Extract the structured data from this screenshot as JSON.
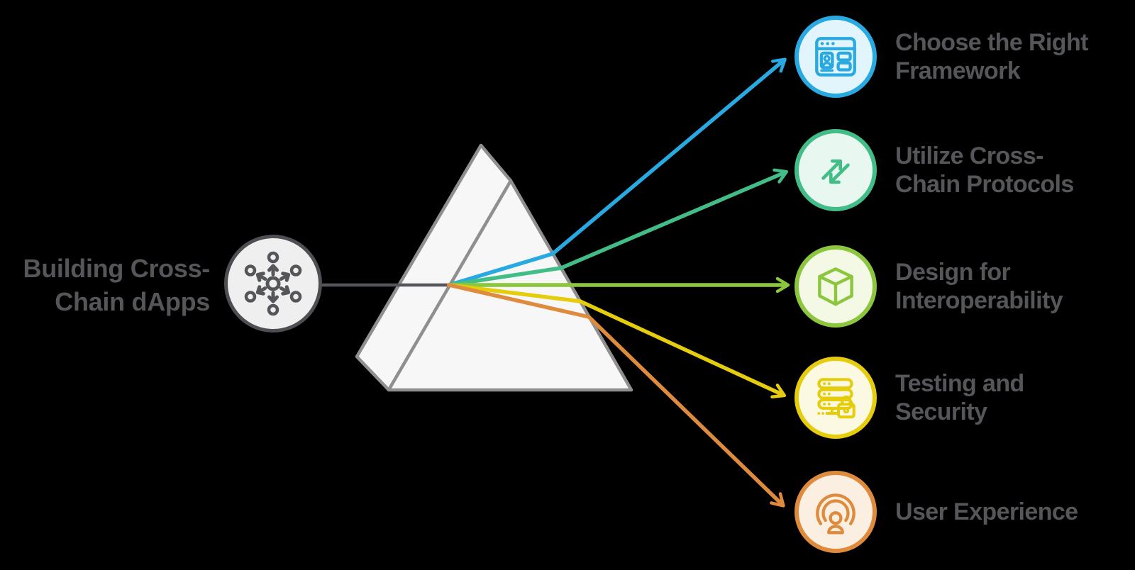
{
  "background": "#000000",
  "text_color": "#55565A",
  "connector_color": "#55565A",
  "title": {
    "text": "Building Cross-Chain dApps",
    "lines": [
      "Building Cross-",
      "Chain dApps"
    ]
  },
  "hub": {
    "icon": "network-hub-icon",
    "border_color": "#4E4F52",
    "fill": "#EFEFEF",
    "icon_color": "#55565A"
  },
  "prism": {
    "fill": "#F7F7F7",
    "stroke": "#8F8F8F"
  },
  "items": [
    {
      "label": "Choose the Right Framework",
      "lines": [
        "Choose the Right",
        "Framework"
      ],
      "icon": "browser-window-icon",
      "color": "#29A9E1",
      "fill": "#E2F4FC"
    },
    {
      "label": "Utilize Cross-Chain Protocols",
      "lines": [
        "Utilize Cross-",
        "Chain Protocols"
      ],
      "icon": "transfer-arrows-icon",
      "color": "#42BD87",
      "fill": "#E8F7EF"
    },
    {
      "label": "Design for Interoperability",
      "lines": [
        "Design for",
        "Interoperability"
      ],
      "icon": "cube-icon",
      "color": "#8CC63F",
      "fill": "#F3F9E5"
    },
    {
      "label": "Testing and Security",
      "lines": [
        "Testing and",
        "Security"
      ],
      "icon": "server-security-icon",
      "color": "#E5CC0D",
      "fill": "#FCF9E2"
    },
    {
      "label": "User Experience",
      "lines": [
        "User Experience"
      ],
      "icon": "broadcast-user-icon",
      "color": "#DF8B3D",
      "fill": "#FBEFE2"
    }
  ]
}
